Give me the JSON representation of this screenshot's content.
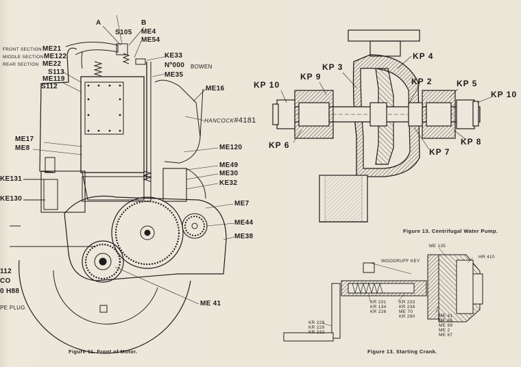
{
  "figures": {
    "motor_front": {
      "caption": "Figure 11.  Front of Motor.",
      "labels": {
        "a": "A",
        "s105": "S105",
        "b": "B",
        "me4": "ME4",
        "me54": "ME54",
        "front_section": "FRONT SECTION",
        "me21": "ME21",
        "middle_section": "MIDDLE SECTION",
        "me122": "ME122",
        "rear_section": "REAR SECTION",
        "me22": "ME22",
        "s113": "S113",
        "me119": "ME119",
        "s112": "S112",
        "ke33": "KE33",
        "no000": "Nº000",
        "bowen": "BOWEN",
        "me35": "ME35",
        "me16": "ME16",
        "hancock": "HANCOCK",
        "hancock_num": "#4181",
        "me17": "ME17",
        "me8": "ME8",
        "me120": "ME120",
        "me49": "ME49",
        "me30": "ME30",
        "ke32": "KE32",
        "ke131": "KE131",
        "ke130": "KE130",
        "me7": "ME7",
        "me44": "ME44",
        "me38": "ME38",
        "n112": "112",
        "co": "CO",
        "h88": "0 H88",
        "pe_plug": "PE PLUG",
        "me41": "ME 41"
      }
    },
    "water_pump": {
      "caption": "Figure 13.  Centrifugal Water Pump.",
      "labels": {
        "kp4": "KP 4",
        "kp3": "KP 3",
        "kp9": "KP 9",
        "kp10_left": "KP 10",
        "kp2": "KP 2",
        "kp5": "KP 5",
        "kp10_right": "KP 10",
        "kp6": "KP 6",
        "kp8": "KP 8",
        "kp7": "KP 7"
      }
    },
    "starting_crank": {
      "caption": "Figure 13.  Starting Crank.",
      "labels": {
        "me135": "ME 135",
        "hr410": "HR 410",
        "woodruff": "WOODRUFF KEY",
        "kr231": "KR 231",
        "kr134": "KR 134",
        "kr226": "KR 226",
        "kr233": "KR 233",
        "kr238": "KR 238",
        "me70": "ME 70",
        "kr290": "KR 290",
        "me41": "ME 41",
        "me66": "ME 66",
        "me69": "ME 69",
        "me2": "ME 2",
        "me67": "ME 67",
        "kr228": "KR 228",
        "kr229": "KR 229",
        "kr232": "KR 232"
      }
    }
  },
  "colors": {
    "paper": "#ece7da",
    "ink": "#1c1c1c",
    "hatch": "#3a3a3a"
  }
}
